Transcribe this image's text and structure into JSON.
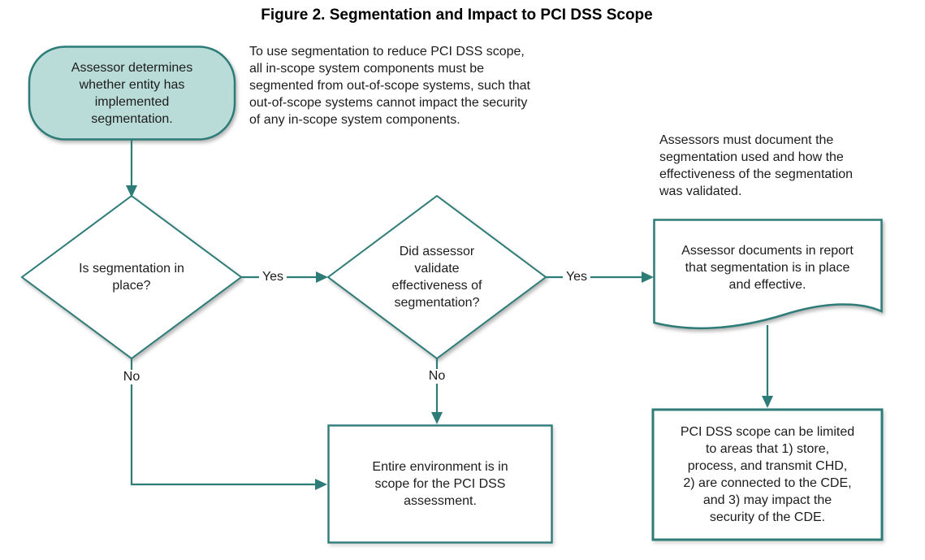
{
  "figure": {
    "title": "Figure 2. Segmentation and Impact to PCI DSS Scope"
  },
  "colors": {
    "line": "#2e7c78",
    "terminator_fill": "#b9dcd8",
    "text": "#1c1c1c",
    "background": "#ffffff"
  },
  "nodes": {
    "start": {
      "shape": "terminator",
      "label": "Assessor determines\nwhether entity has\nimplemented\nsegmentation."
    },
    "decision_segmentation": {
      "shape": "decision",
      "label": "Is segmentation in\nplace?"
    },
    "decision_validation": {
      "shape": "decision",
      "label": "Did assessor\nvalidate\neffectiveness of\nsegmentation?"
    },
    "document_report": {
      "shape": "document",
      "label": "Assessor documents in report\nthat segmentation is in place\nand effective."
    },
    "process_entire_scope": {
      "shape": "process",
      "label": "Entire environment is in\nscope for the PCI DSS\nassessment."
    },
    "process_limited_scope": {
      "shape": "process",
      "label": "PCI DSS scope can be limited\nto areas that 1) store,\nprocess, and transmit CHD,\n2) are connected to the CDE,\nand 3) may impact the\nsecurity of the CDE."
    }
  },
  "annotations": {
    "segmentation_note": "To use segmentation to reduce PCI DSS scope,\nall in-scope system components must be\nsegmented from out-of-scope systems, such that\nout-of-scope systems cannot impact the security\nof any in-scope system components.",
    "documentation_note": "Assessors must document the\nsegmentation used and how the\neffectiveness of the segmentation\nwas validated."
  },
  "edge_labels": {
    "segmentation_yes": "Yes",
    "segmentation_no": "No",
    "validation_yes": "Yes",
    "validation_no": "No"
  }
}
